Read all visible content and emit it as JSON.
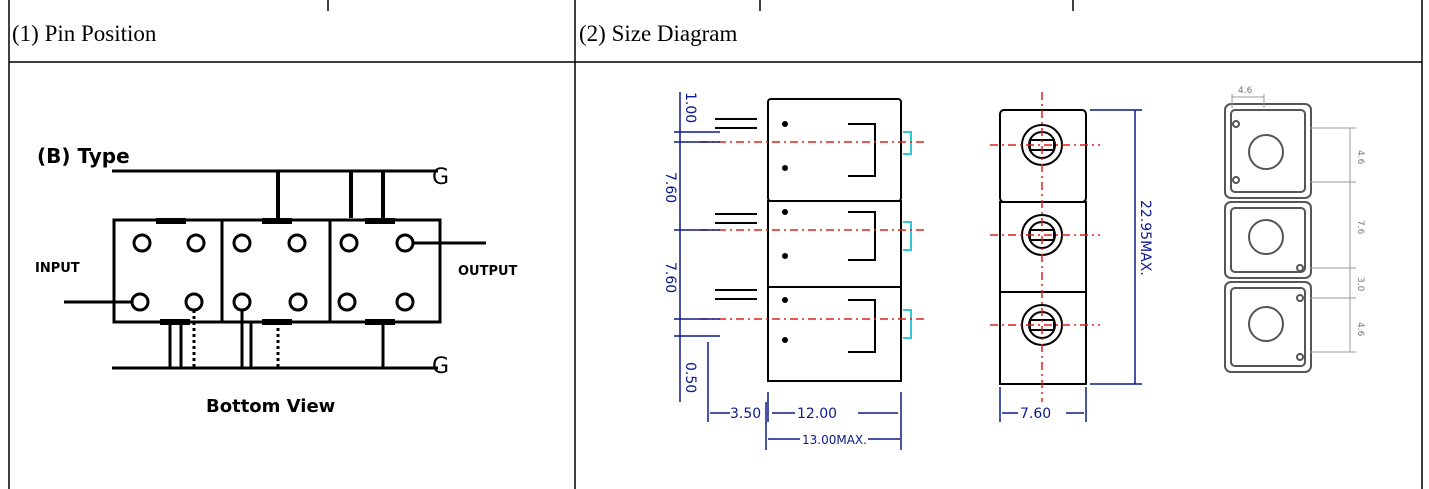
{
  "table": {
    "headers": [
      "(1) Pin Position",
      "(2) Size Diagram"
    ]
  },
  "pin_diagram": {
    "type_label": "(B) Type",
    "input_label": "INPUT",
    "output_label": "OUTPUT",
    "ground_top": "G",
    "ground_bottom": "G",
    "view_caption": "Bottom View"
  },
  "size_diagram": {
    "side_view": {
      "dim_top": "1.00",
      "dim_pitch_1": "7.60",
      "dim_pitch_2": "7.60",
      "dim_bottom": "0.50",
      "dim_pin": "3.50",
      "dim_body": "12.00",
      "dim_total": "13.00MAX."
    },
    "front_view": {
      "dim_height": "22.95MAX.",
      "dim_width": "7.60"
    },
    "top_view": {
      "dim_top_width": "4.6",
      "dim_a": "4.6",
      "dim_b": "7.6",
      "dim_c": "3.0",
      "dim_d": "4.6"
    },
    "colors": {
      "dimension": "#0b1a8c",
      "centerline": "#e0201c",
      "pin": "#33c6d6"
    }
  }
}
